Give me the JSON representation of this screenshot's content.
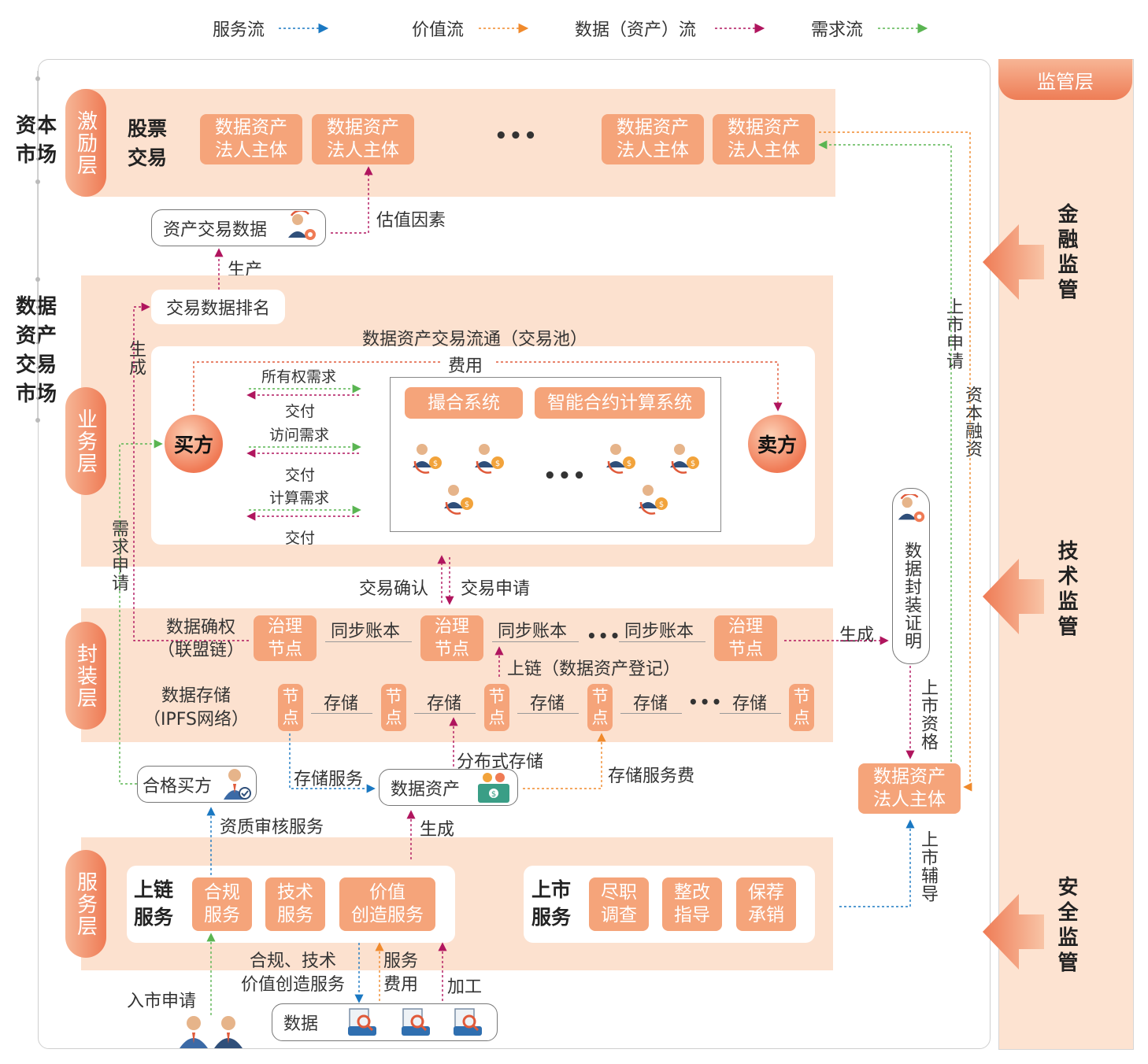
{
  "legend": [
    {
      "label": "服务流",
      "color": "#1a78c2"
    },
    {
      "label": "价值流",
      "color": "#f08a2c"
    },
    {
      "label": "数据（资产）流",
      "color": "#b0155e"
    },
    {
      "label": "需求流",
      "color": "#5ab552"
    }
  ],
  "markets": {
    "capital": "资本\n市场",
    "data_trading": "数据\n资产\n交易\n市场"
  },
  "layers": {
    "incentive": "激励层",
    "business": "业务层",
    "encapsulation": "封装层",
    "service": "服务层"
  },
  "incentive": {
    "stock_trading": "股票\n交易",
    "entity": "数据资产\n法人主体",
    "ellipsis": "•••"
  },
  "asset_trading_data": "资产交易数据",
  "valuation_factor": "估值因素",
  "produce": "生产",
  "ranking": "交易数据排名",
  "generate_v": "生成",
  "pool": {
    "title": "数据资产交易流通（交易池）",
    "fee": "费用",
    "buyer": "买方",
    "seller": "卖方",
    "ownership_demand": "所有权需求",
    "delivery": "交付",
    "access_demand": "访问需求",
    "compute_demand": "计算需求",
    "matching": "撮合系统",
    "smart_contract": "智能合约计算系统",
    "ellipsis": "•••"
  },
  "demand_apply": "需求申请",
  "trade_confirm": "交易确认",
  "trade_apply": "交易申请",
  "encap": {
    "rights": "数据确权\n（联盟链）",
    "gov_node": "治理\n节点",
    "sync_ledger": "同步账本",
    "ellipsis": "•••",
    "onchain_register": "上链（数据资产登记）",
    "storage_title": "数据存储\n（IPFS网络）",
    "node": "节\n点",
    "storage": "存储"
  },
  "generate_h": "生成",
  "cert": "数据封装证明",
  "listing_apply": "上市申请",
  "capital_financing": "资本融资",
  "listing_qualification": "上市资格",
  "legal_entity": "数据资产\n法人主体",
  "listing_coaching": "上市辅导",
  "qualified_buyer": "合格买方",
  "storage_service": "存储服务",
  "data_asset": "数据资产",
  "distributed_storage": "分布式存储",
  "storage_fee": "存储服务费",
  "qualification_review": "资质审核服务",
  "generate_bottom": "生成",
  "service": {
    "onchain": "上链\n服务",
    "compliance": "合规\n服务",
    "tech": "技术\n服务",
    "value": "价值\n创造服务",
    "listing": "上市\n服务",
    "due_diligence": "尽职\n调查",
    "rectify": "整改\n指导",
    "underwrite": "保荐\n承销"
  },
  "bottom": {
    "svc_text": "合规、技术\n价值创造服务",
    "service_fee": "服务\n费用",
    "process": "加工",
    "entry_apply": "入市申请",
    "data": "数据"
  },
  "supervision": {
    "head": "监管层",
    "financial": "金融监管",
    "technical": "技术监管",
    "security": "安全监管"
  }
}
